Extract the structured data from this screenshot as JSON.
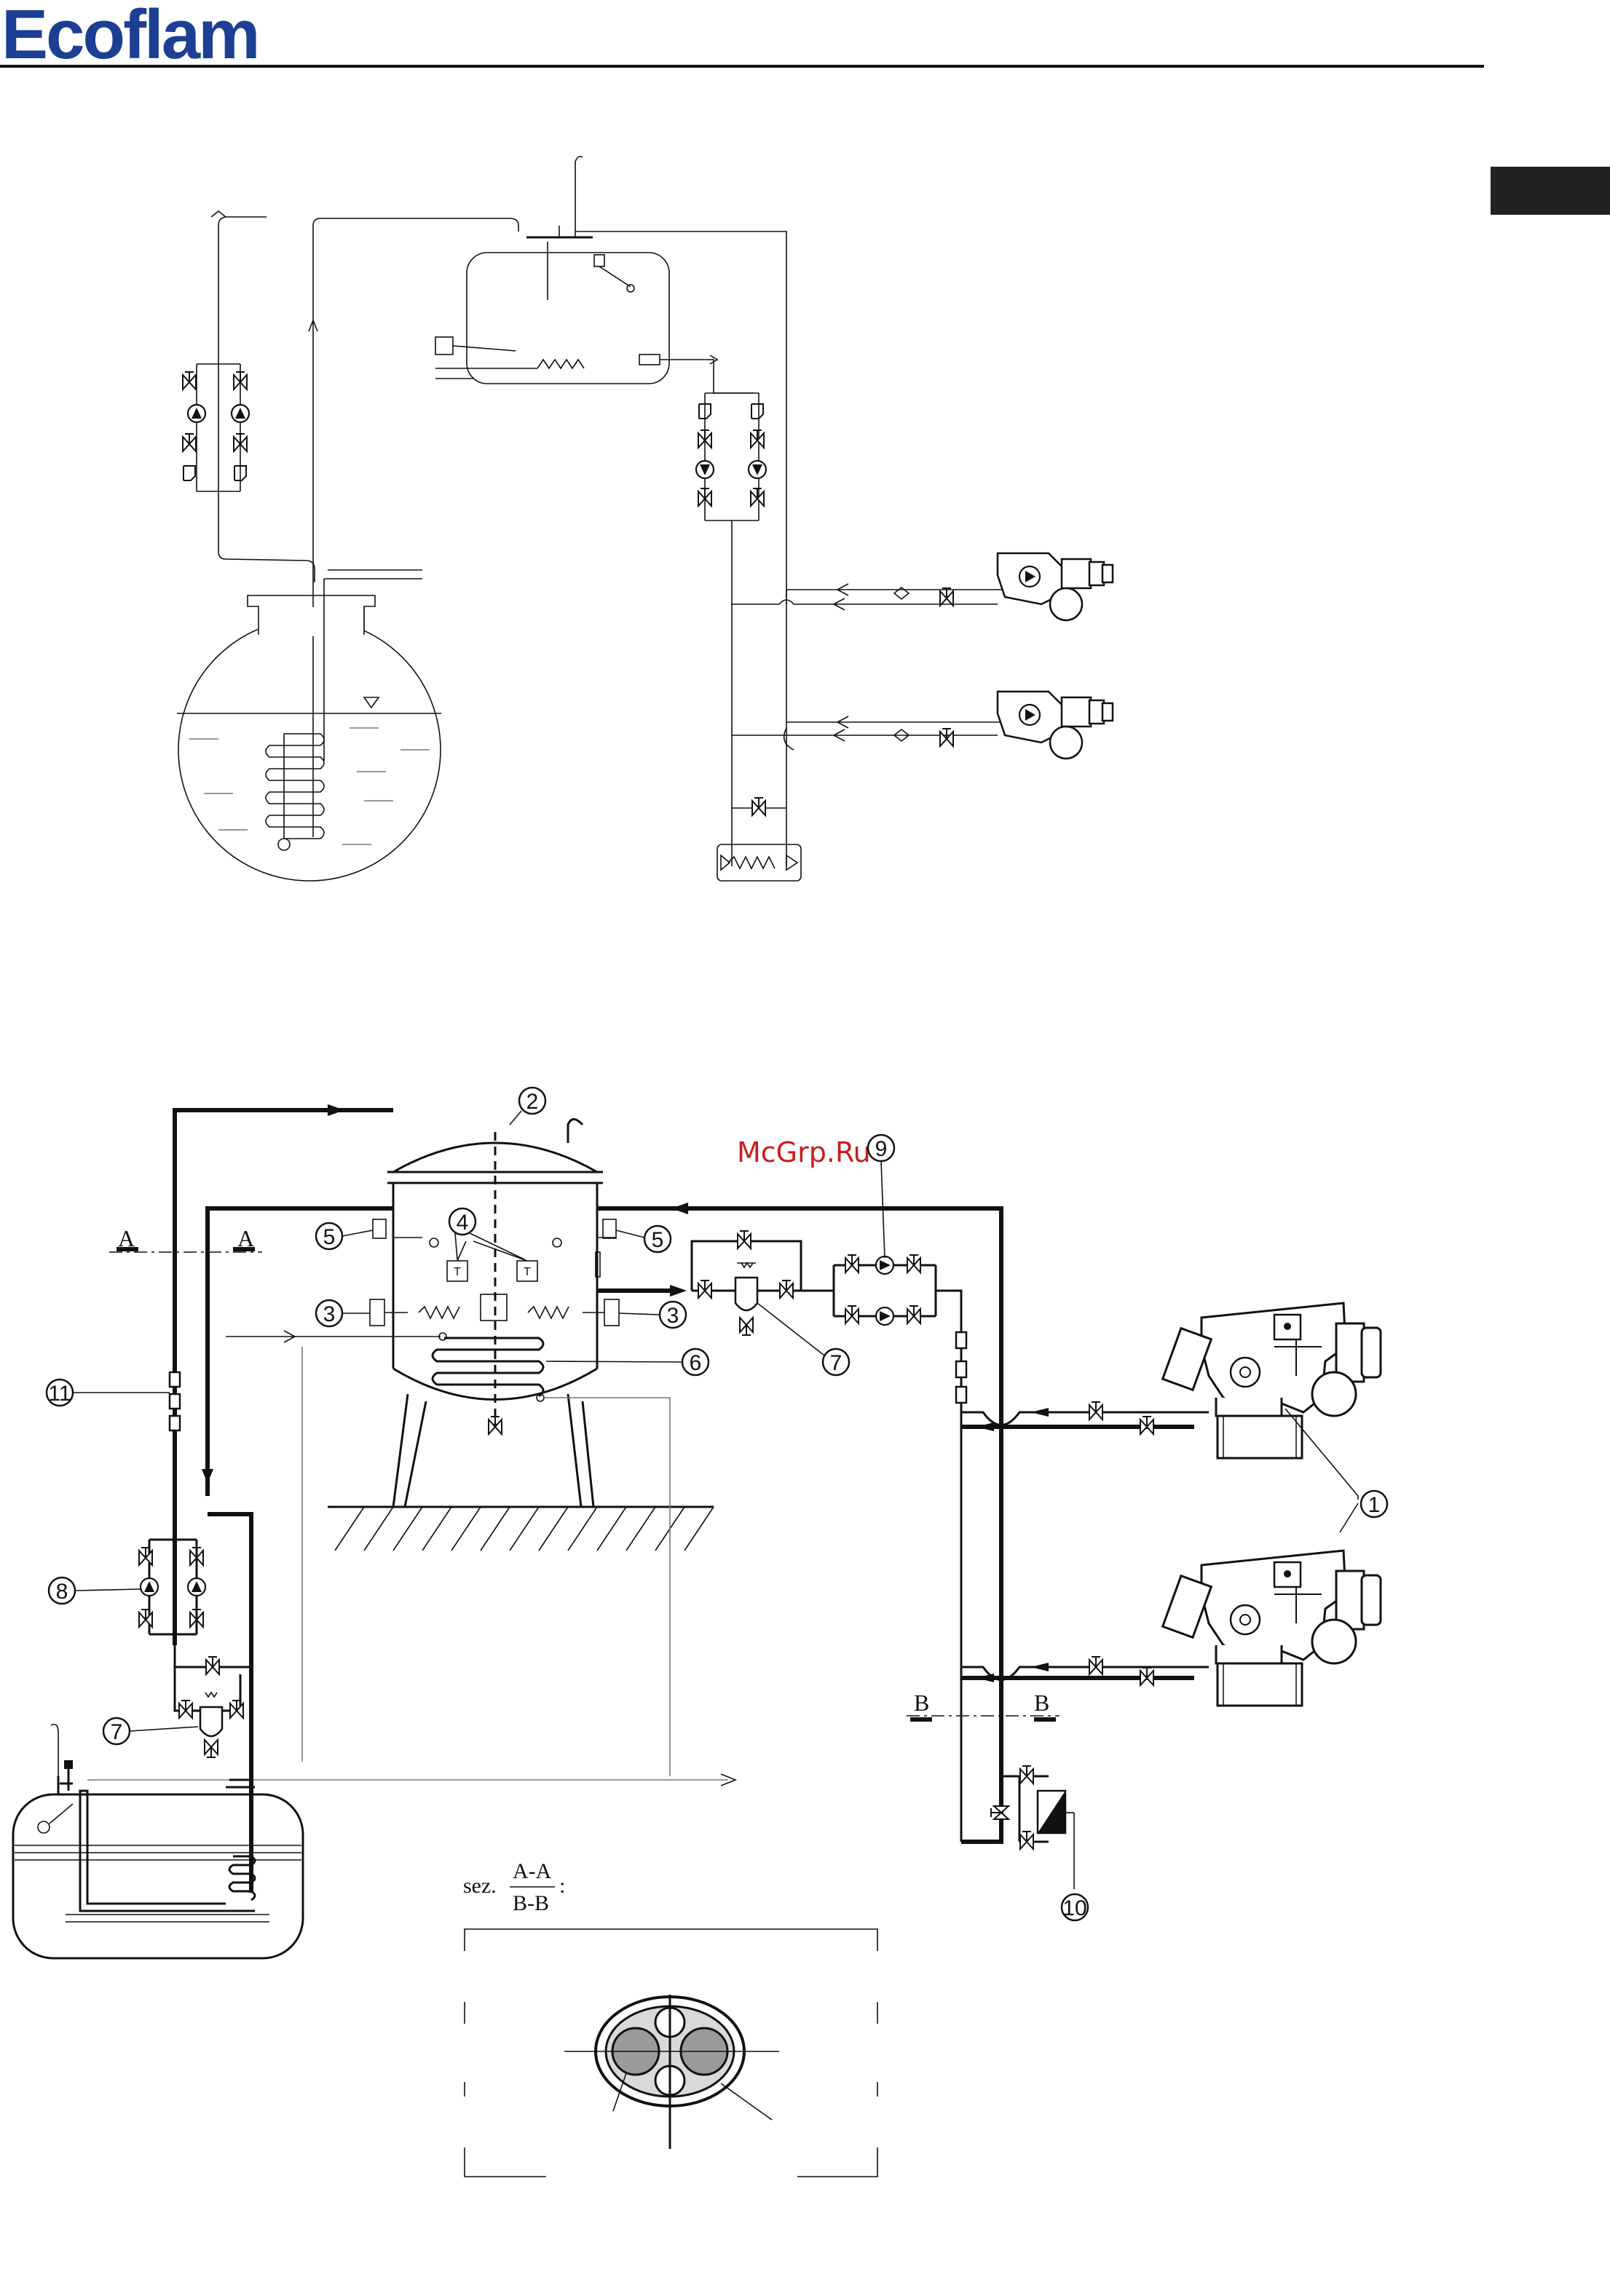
{
  "brand": {
    "logo_text": "Ecoflam",
    "color": "#1c3f94"
  },
  "watermark": "McGrp.Ru",
  "callouts": [
    "1",
    "2",
    "3",
    "4",
    "5",
    "6",
    "7",
    "8",
    "9",
    "10",
    "11"
  ],
  "extra_callouts": {
    "c3b": "3",
    "c5b": "5",
    "c7b": "7",
    "c1b": "1"
  },
  "section_marks": {
    "a_left": "A",
    "a_right": "A",
    "b_left": "B",
    "b_right": "B"
  },
  "section_caption": {
    "prefix": "sez.",
    "numerator": "A-A",
    "denominator": "B-B",
    "suffix": ":"
  },
  "tank_sensor_tags": [
    "T",
    "T"
  ],
  "icons": [
    "pump-icon",
    "valve-icon",
    "filter-icon",
    "burner-icon",
    "heating-coil-icon",
    "tank-icon"
  ]
}
